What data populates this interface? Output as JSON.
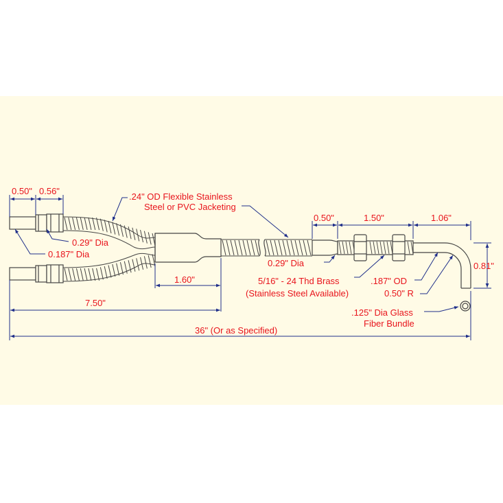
{
  "colors": {
    "background": "#fffbe6",
    "labels": "#e8141c",
    "dimension_lines": "#1f2f8a",
    "drawing": "#444444"
  },
  "labels": {
    "dim_050_left": "0.50\"",
    "dim_056": "0.56\"",
    "jacket_line1": ".24\" OD Flexible Stainless",
    "jacket_line2": "Steel or PVC Jacketing",
    "dia_029_left": "0.29\" Dia",
    "dia_0187": "0.187\" Dia",
    "dim_160": "1.60\"",
    "dim_750": "7.50\"",
    "dim_36": "36\" (Or as Specified)",
    "dim_050_right": "0.50\"",
    "dim_150": "1.50\"",
    "dim_106": "1.06\"",
    "dim_081": "0.81\"",
    "dia_029_right": "0.29\" Dia",
    "thread_line1": "5/16\" - 24 Thd Brass",
    "thread_line2": "(Stainless Steel Available)",
    "tube_od": ".187\" OD",
    "bend_radius": "0.50\" R",
    "fiber_line1": ".125\" Dia Glass",
    "fiber_line2": "Fiber Bundle"
  }
}
